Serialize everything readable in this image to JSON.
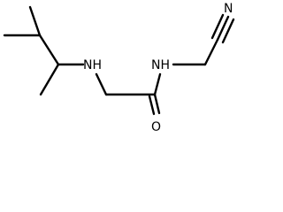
{
  "molecule": {
    "atom_labels": {
      "amine_nitrogen": "NH",
      "amide_nitrogen": "NH",
      "carbonyl_oxygen": "O",
      "nitrile_nitrogen": "N"
    },
    "bonds": [
      {
        "name": "bond-methyl-top-to-ch",
        "order": 1
      },
      {
        "name": "bond-methyl-left-to-ch",
        "order": 1
      },
      {
        "name": "bond-ch-to-chn",
        "order": 1
      },
      {
        "name": "bond-chn-methyl",
        "order": 1
      },
      {
        "name": "bond-chn-to-nh",
        "order": 1
      },
      {
        "name": "bond-nh-to-ch2",
        "order": 1
      },
      {
        "name": "bond-ch2-to-carbonyl",
        "order": 1
      },
      {
        "name": "bond-carbonyl-o",
        "order": 2
      },
      {
        "name": "bond-carbonyl-to-nh",
        "order": 1
      },
      {
        "name": "bond-nh-to-ch2-cn",
        "order": 1
      },
      {
        "name": "bond-ch2-to-nitrile-c",
        "order": 1
      },
      {
        "name": "bond-nitrile-triple",
        "order": 3
      }
    ]
  }
}
